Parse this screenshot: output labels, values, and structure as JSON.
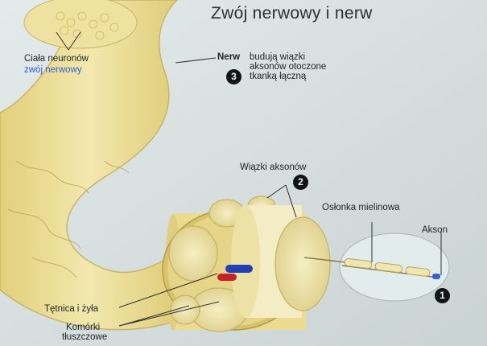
{
  "title": "Zwój nerwowy i nerw",
  "labels": {
    "neuron_bodies": "Ciała neuronów",
    "ganglion": "zwój nerwowy",
    "nerve": "Nerw",
    "nerve_desc": [
      "budują wiązki",
      "aksonów otoczone",
      "tkanką łączną"
    ],
    "axon_bundles": "Wiązki aksonów",
    "myelin_sheath": "Osłonka mielinowa",
    "axon": "Akson",
    "artery_vein": "Tętnica i żyła",
    "fat_cells": [
      "Komórki",
      "tłuszczowe"
    ]
  },
  "badges": {
    "one": "1",
    "two": "2",
    "three": "3"
  },
  "colors": {
    "nerve_fill": "#e9dc8c",
    "bundle_fill": "#f1e7ae",
    "ganglion_label": "#2f5fd0",
    "artery": "#2040b8",
    "vein": "#c8202a",
    "badge": "#121416"
  }
}
